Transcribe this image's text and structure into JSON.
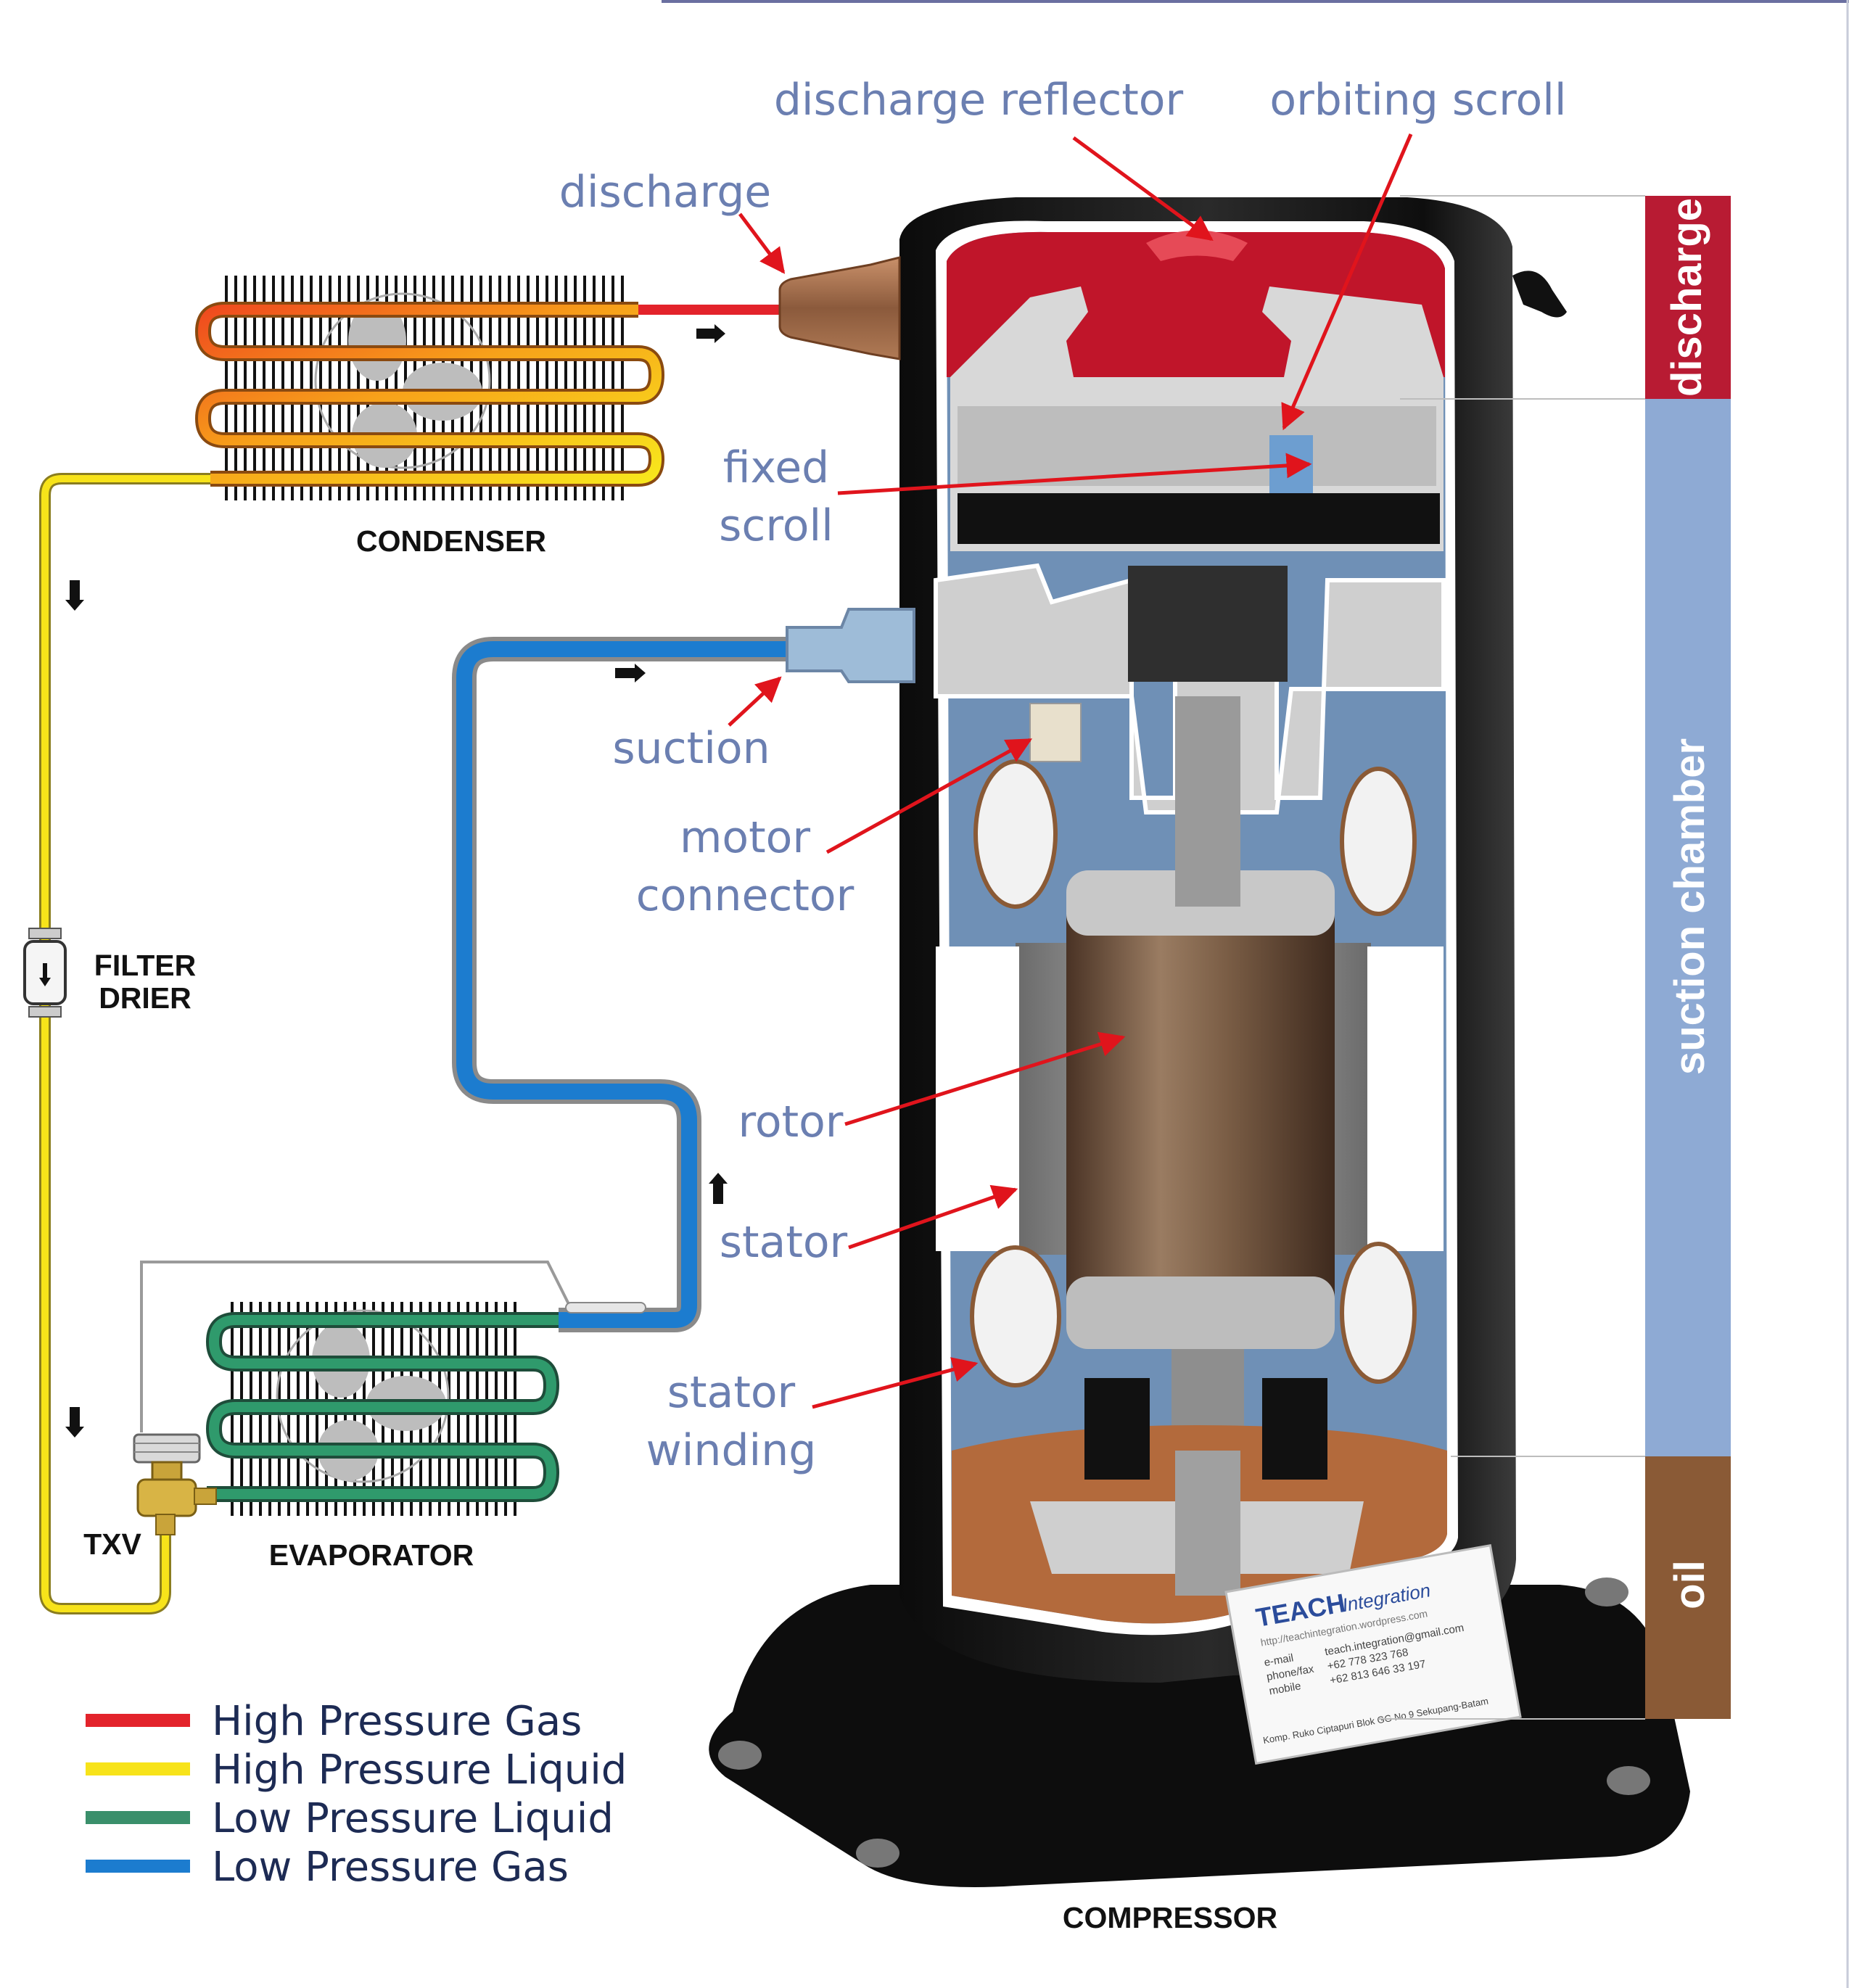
{
  "colors": {
    "high_pressure_gas": "#e3232b",
    "high_pressure_liquid": "#f7e31a",
    "low_pressure_liquid": "#3a8f6b",
    "low_pressure_gas": "#1c7ccf",
    "callout_text": "#6b7fb1",
    "arrow_red": "#e0141c",
    "band_discharge": "#b81b33",
    "band_suction": "#8eaad4",
    "band_oil": "#8a5a36"
  },
  "components": {
    "condenser": "CONDENSER",
    "filter_drier": [
      "FILTER",
      "DRIER"
    ],
    "evaporator": "EVAPORATOR",
    "txv": "TXV",
    "compressor": "COMPRESSOR"
  },
  "callouts": {
    "discharge_reflector": "discharge reflector",
    "orbiting_scroll": "orbiting scroll",
    "discharge": "discharge",
    "fixed_scroll": [
      "fixed",
      "scroll"
    ],
    "suction": "suction",
    "motor_connector": [
      "motor",
      "connector"
    ],
    "rotor": "rotor",
    "stator": "stator",
    "stator_winding": [
      "stator",
      "winding"
    ]
  },
  "bands": {
    "discharge": "discharge",
    "suction_chamber": "suction chamber",
    "oil": "oil"
  },
  "legend": [
    {
      "label": "High Pressure Gas",
      "color": "#e3232b"
    },
    {
      "label": "High Pressure Liquid",
      "color": "#f7e31a"
    },
    {
      "label": "Low Pressure Liquid",
      "color": "#3a8f6b"
    },
    {
      "label": "Low Pressure Gas",
      "color": "#1c7ccf"
    }
  ],
  "sticker": {
    "brand": "TEACH",
    "brand_script": "Integration",
    "website": "http://teachintegration.wordpress.com",
    "email_label": "e-mail",
    "email": "teach.integration@gmail.com",
    "phone_label": "phone/fax",
    "phone": "+62 778 323 768",
    "mobile_label": "mobile",
    "mobile": "+62 813 646 33 197",
    "address": "Komp. Ruko Ciptapuri Blok GG No 9 Sekupang-Batam"
  }
}
